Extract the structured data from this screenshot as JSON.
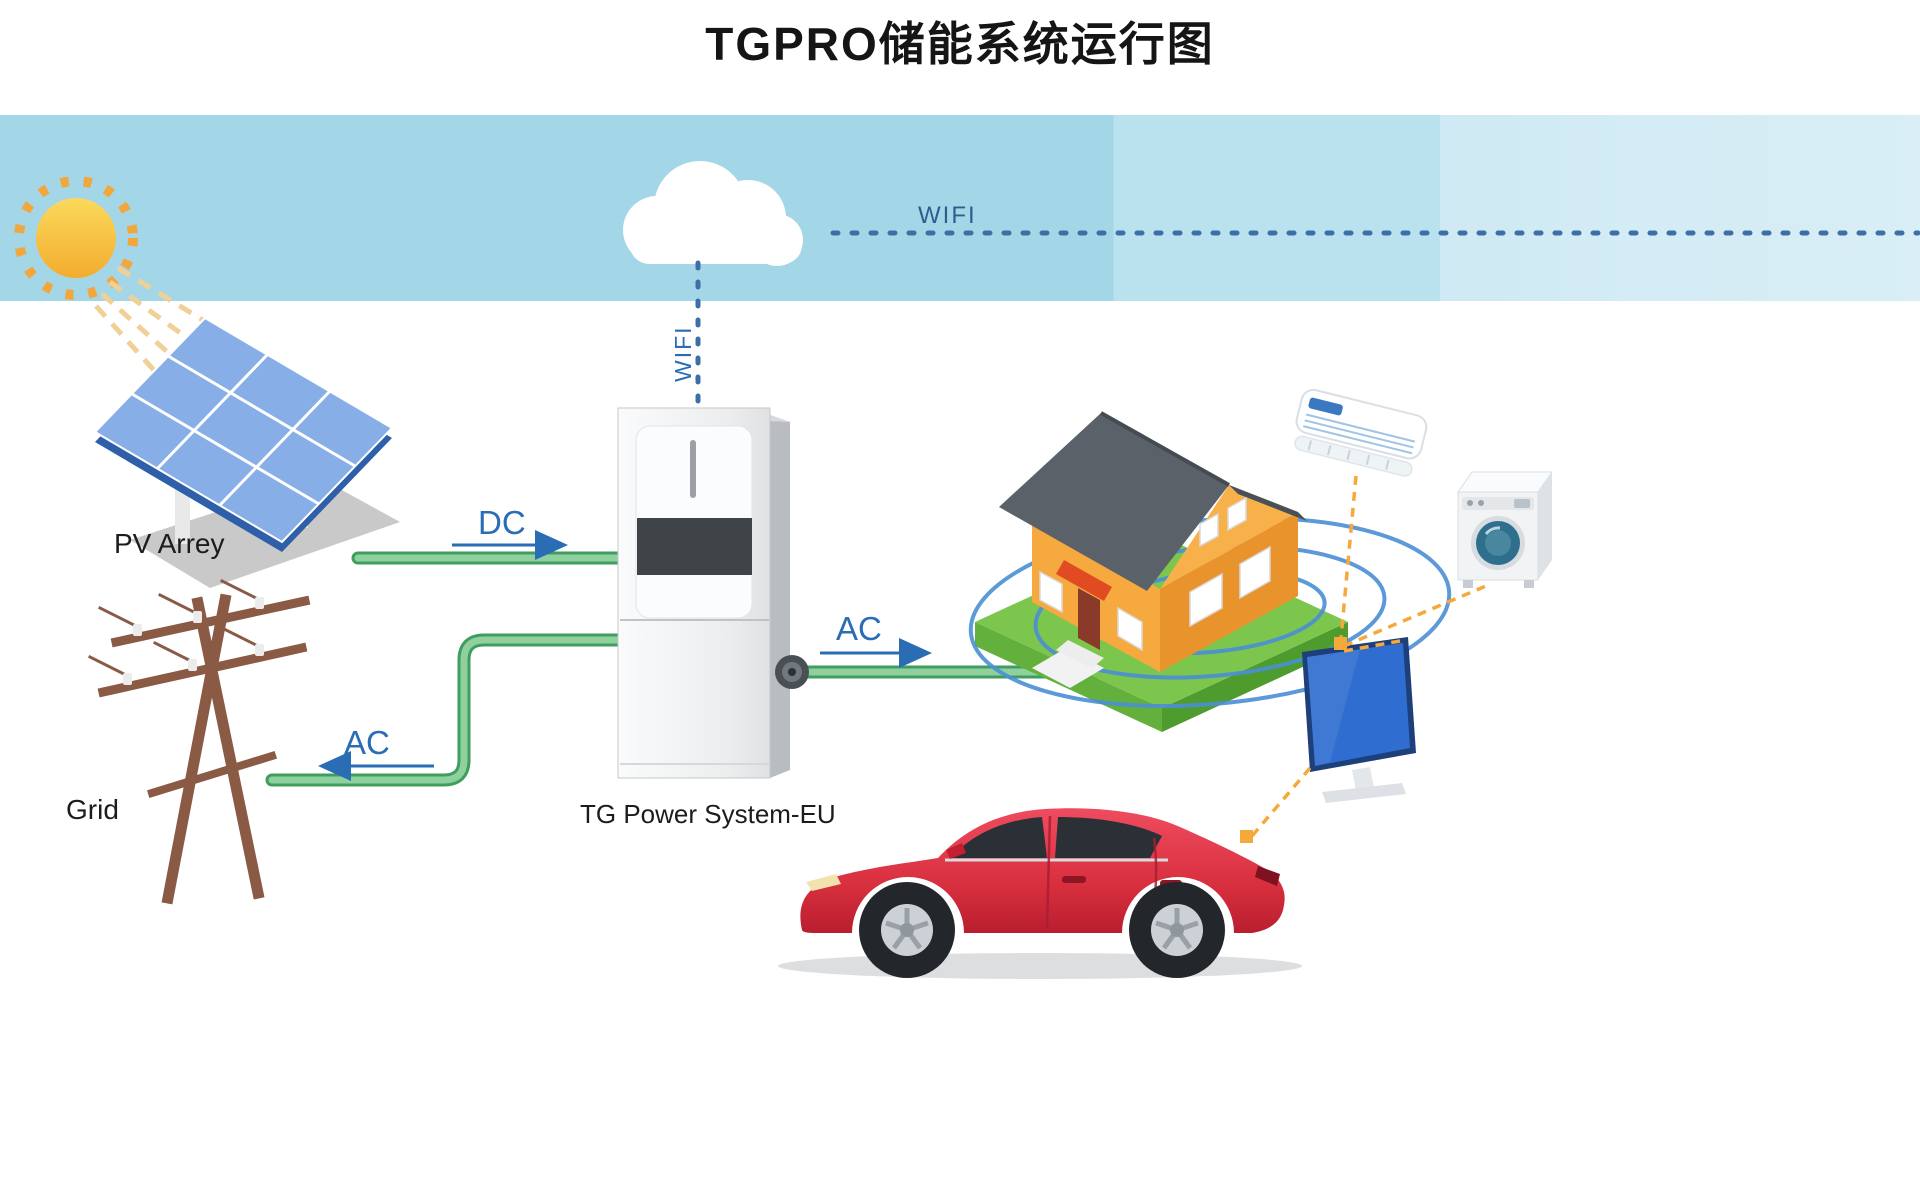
{
  "title": "TGPRO储能系统运行图",
  "labels": {
    "wifi_cloud": "WIFI",
    "wifi_inverter": "WIFI",
    "pv_array": "PV Arrey",
    "grid": "Grid",
    "power_system": "TG Power System-EU",
    "flow_dc": "DC",
    "flow_ac_grid": "AC",
    "flow_ac_house": "AC"
  },
  "colors": {
    "sky_band": "#a3d7e7",
    "flow_label_blue": "#2a6db5",
    "wifi_label_blue": "#2d5f8e",
    "wifi_dotted_blue": "#3c6fa5",
    "connector_green": "#8fd19e",
    "connector_green_edge": "#3f9e5f",
    "dashed_orange": "#f5a93b",
    "sun_yellow": "#f9c943",
    "sun_ray_orange": "#f2a73e",
    "panel_blue": "#88aee8",
    "pole_brown": "#8a5a45",
    "cabinet_white": "#f4f5f6",
    "house_wall_orange": "#f6a93f",
    "house_awning_red": "#e04b23",
    "roof_gray": "#5a6169",
    "platform_green": "#7dc64e",
    "range_ring_blue": "#4a8fd4",
    "car_red": "#d9303f",
    "tv_screen_blue": "#2f6ed0",
    "washer_door_teal": "#2e6f8e"
  }
}
